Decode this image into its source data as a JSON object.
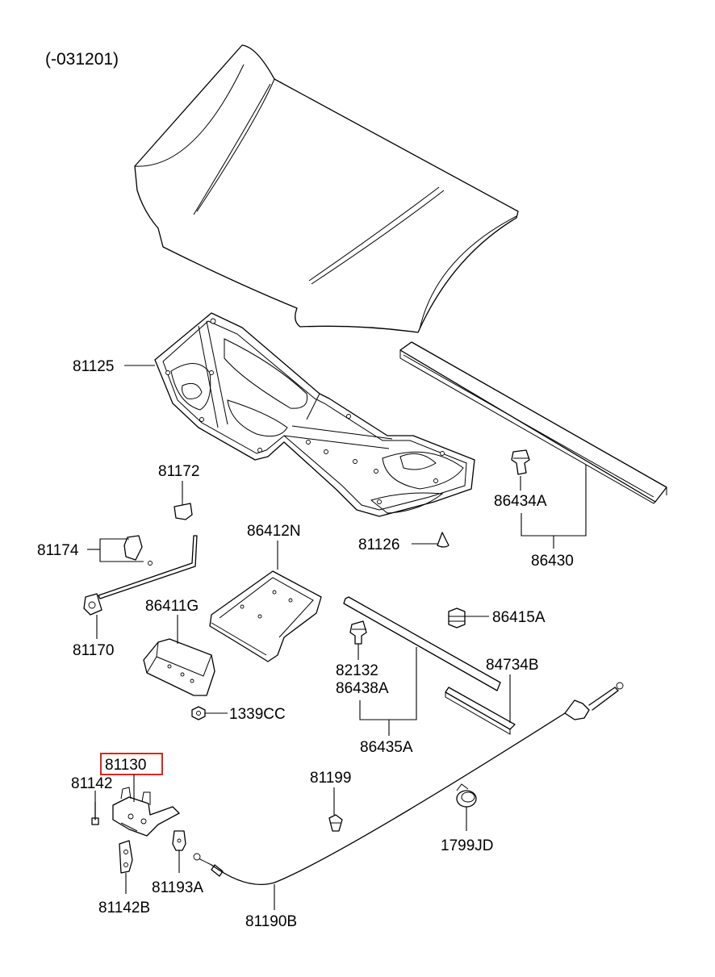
{
  "header_code": "(-031201)",
  "highlight_color": "#e2231a",
  "labels": {
    "p81125": "81125",
    "p81172": "81172",
    "p81174": "81174",
    "p81170": "81170",
    "p86412N": "86412N",
    "p86411G": "86411G",
    "p1339CC": "1339CC",
    "p81126": "81126",
    "p86434A": "86434A",
    "p86430": "86430",
    "p86415A": "86415A",
    "p82132": "82132",
    "p86438A": "86438A",
    "p84734B": "84734B",
    "p86435A": "86435A",
    "p81130": "81130",
    "p81142": "81142",
    "p81142B": "81142B",
    "p81193A": "81193A",
    "p81199": "81199",
    "p1799JD": "1799JD",
    "p81190B": "81190B"
  }
}
